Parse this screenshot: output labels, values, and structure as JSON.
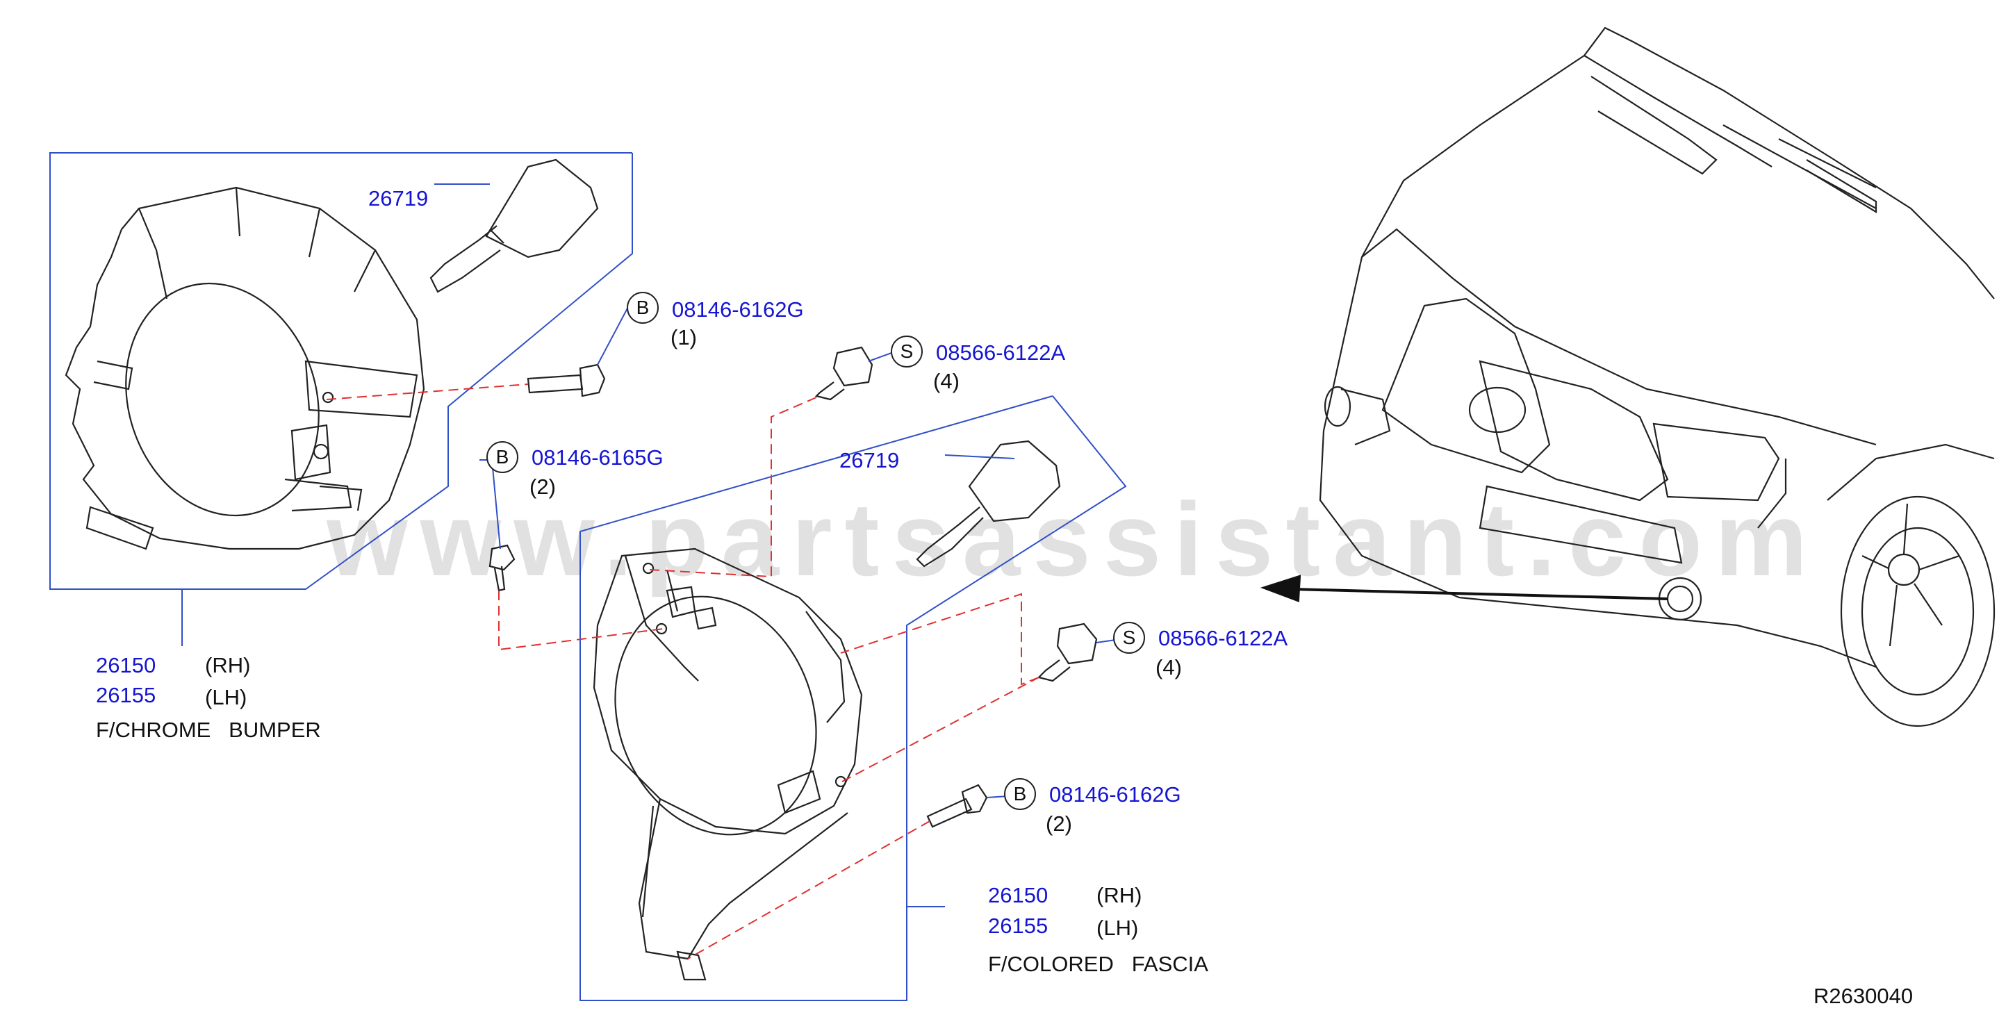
{
  "watermark": "www.partsassistant.com",
  "diagram_code": "R2630040",
  "colors": {
    "part_number": "#1414d4",
    "leader_line": "#3050c8",
    "dashed_line": "#e03030",
    "drawing": "#222222"
  },
  "group_chrome": {
    "bulb_part": "26719",
    "lamp_rh_part": "26150",
    "rh": "(RH)",
    "lamp_lh_part": "26155",
    "lh": "(LH)",
    "variant": "F/CHROME   BUMPER"
  },
  "group_colored": {
    "bulb_part": "26719",
    "lamp_rh_part": "26150",
    "rh": "(RH)",
    "lamp_lh_part": "26155",
    "lh": "(LH)",
    "variant": "F/COLORED   FASCIA"
  },
  "fasteners": [
    {
      "symbol": "B",
      "part": "08146-6162G",
      "qty": "(1)"
    },
    {
      "symbol": "S",
      "part": "08566-6122A",
      "qty": "(4)"
    },
    {
      "symbol": "B",
      "part": "08146-6165G",
      "qty": "(2)"
    },
    {
      "symbol": "S",
      "part": "08566-6122A",
      "qty": "(4)"
    },
    {
      "symbol": "B",
      "part": "08146-6162G",
      "qty": "(2)"
    }
  ]
}
